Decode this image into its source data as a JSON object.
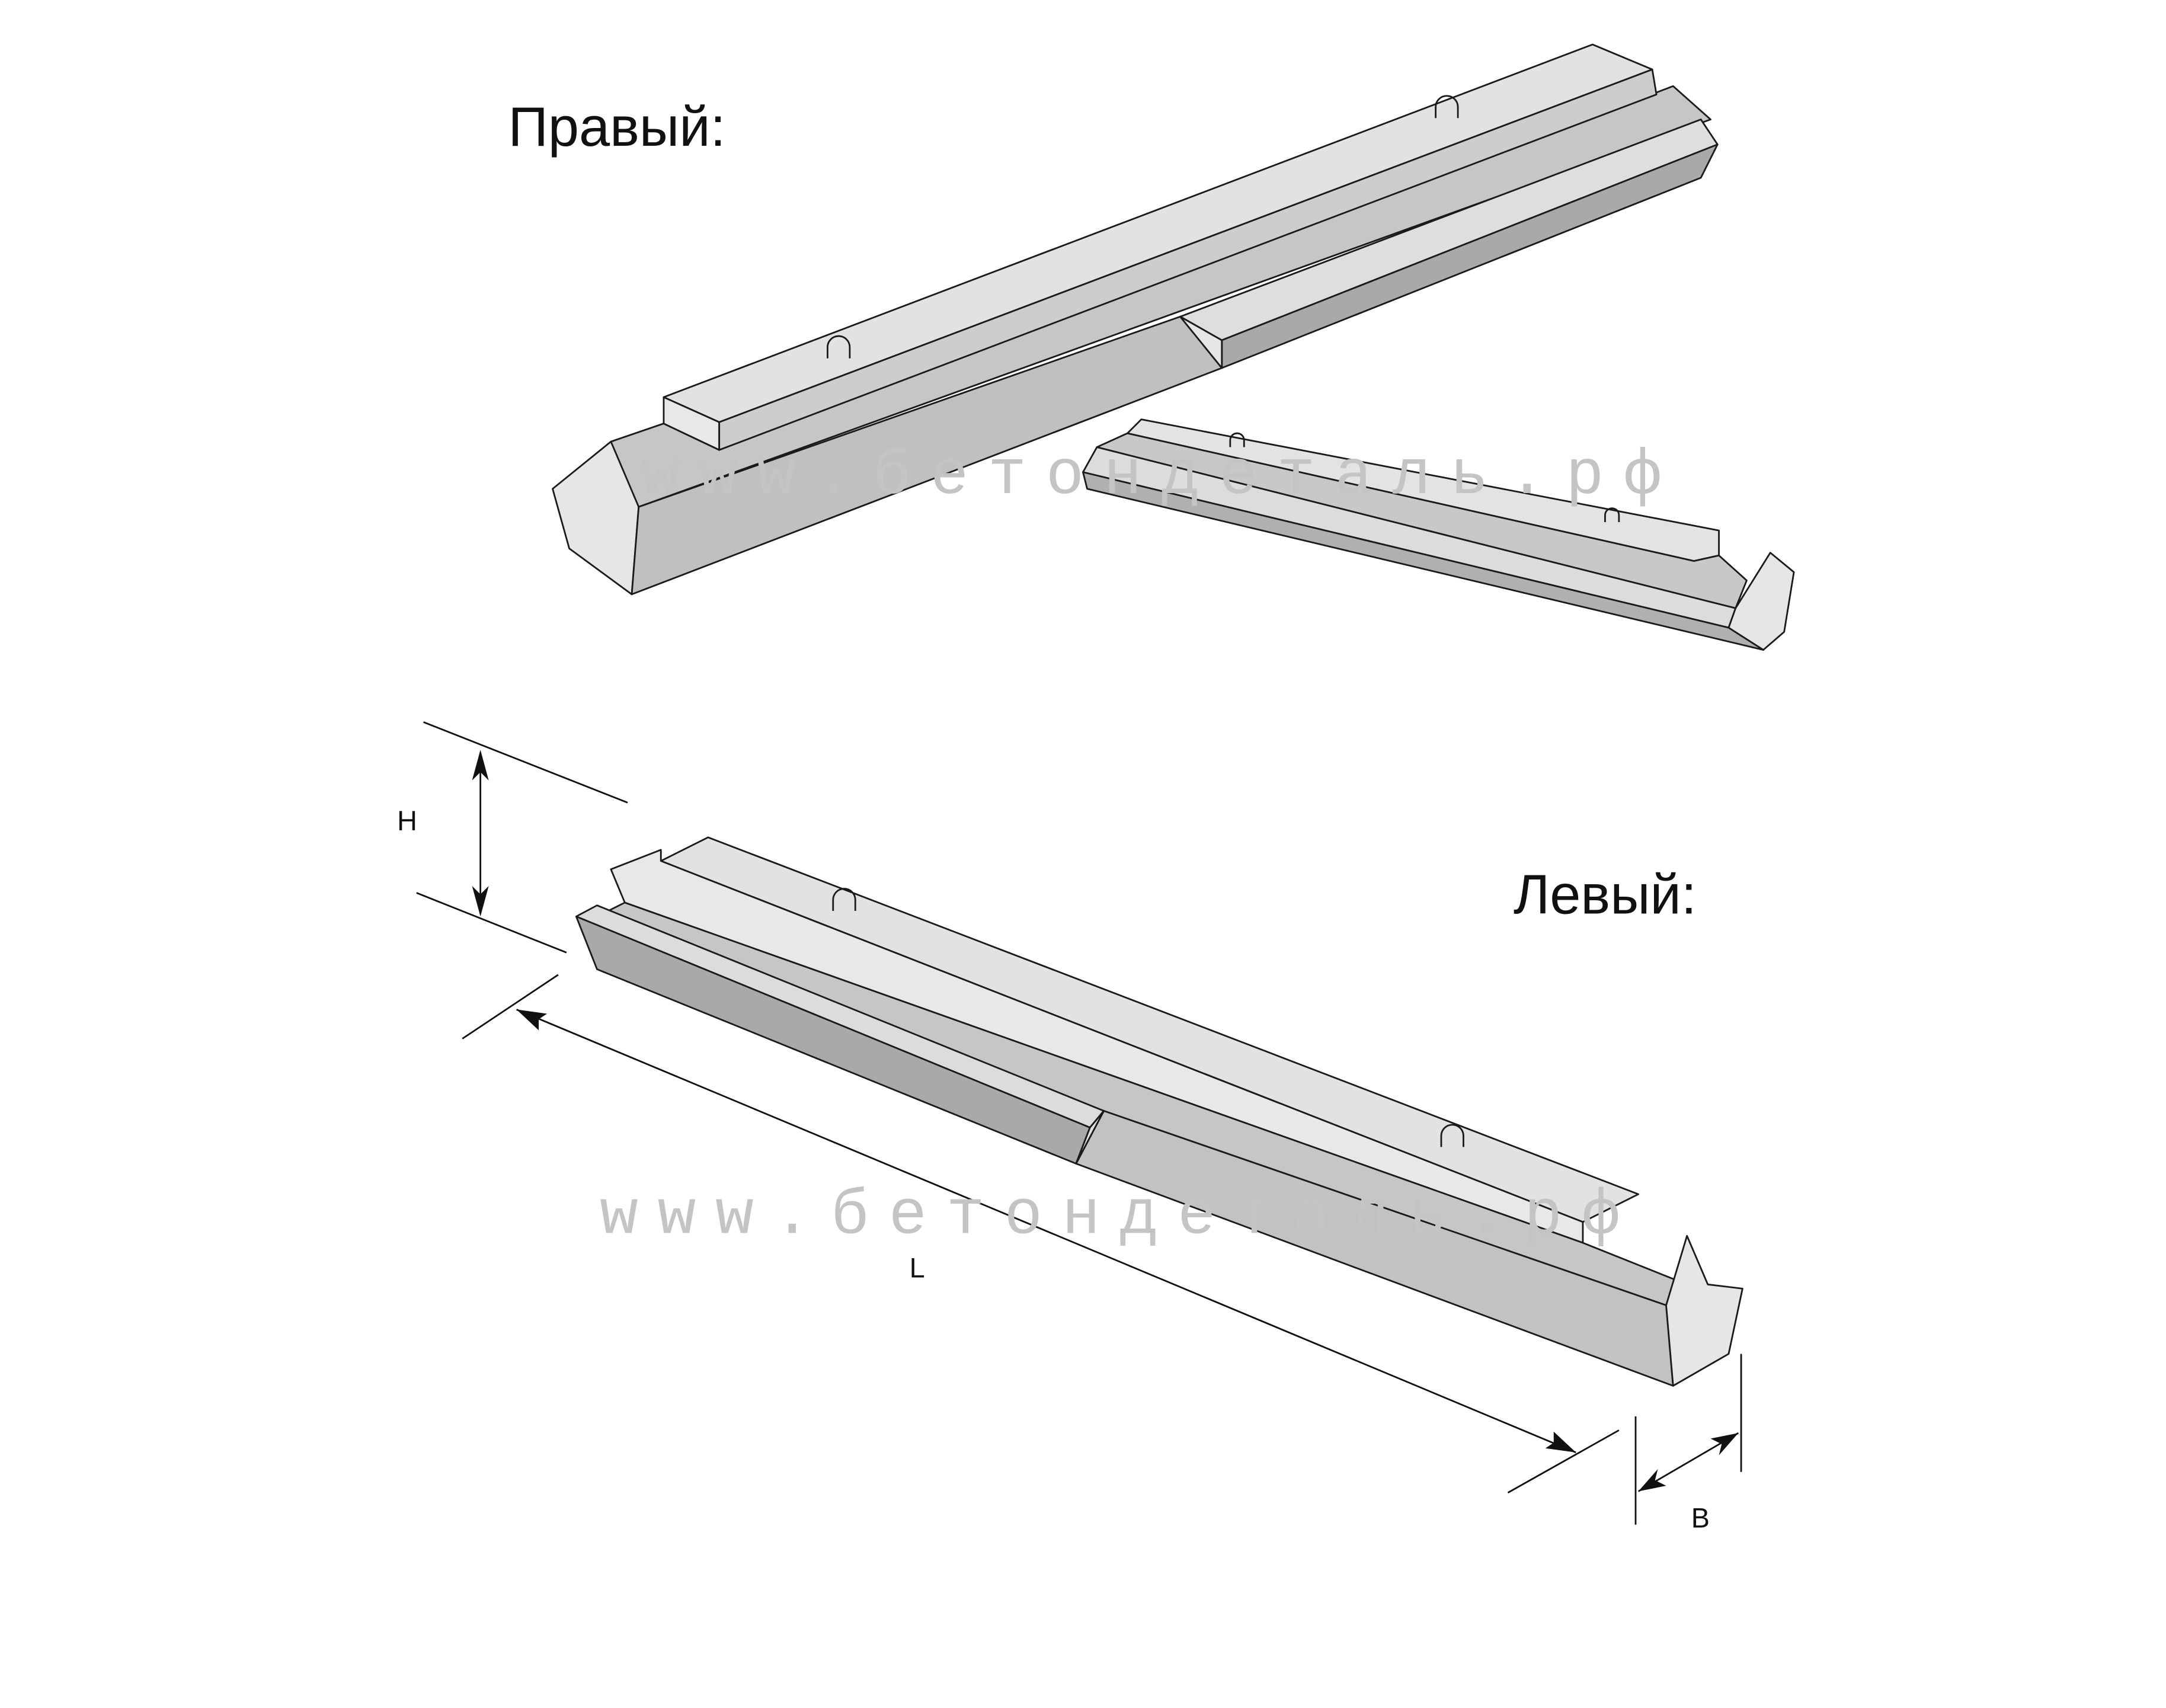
{
  "labels": {
    "right": "Правый:",
    "left": "Левый:",
    "height": "H",
    "length": "L",
    "width": "B"
  },
  "watermark": "www.бетондеталь.рф",
  "colors": {
    "face_light": "#e3e3e3",
    "face_mid": "#c4c4c4",
    "face_dark": "#a9a9a9",
    "watermark": "#c4c4c4"
  }
}
